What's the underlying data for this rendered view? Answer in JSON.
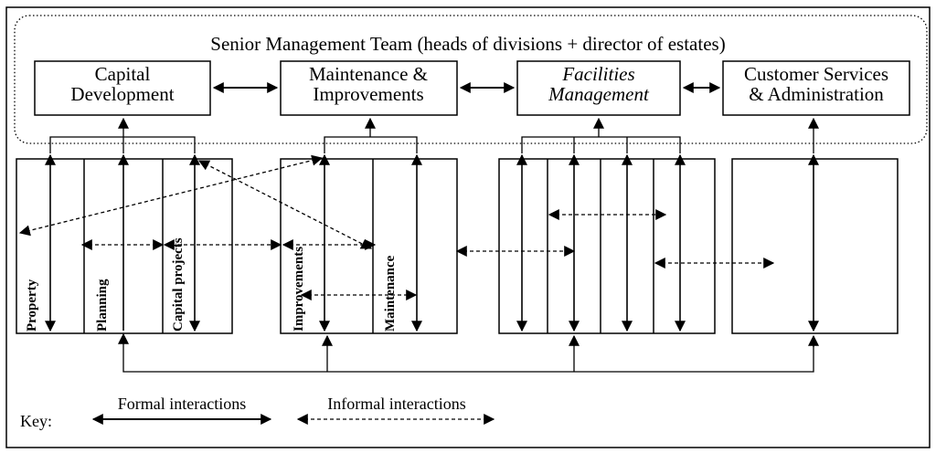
{
  "smt": {
    "title": "Senior Management Team (heads of divisions + director of estates)"
  },
  "divisions": [
    {
      "line1": "Capital",
      "line2": "Development",
      "italic": false
    },
    {
      "line1": "Maintenance &",
      "line2": "Improvements",
      "italic": false
    },
    {
      "line1": "Facilities",
      "line2": "Management",
      "italic": true
    },
    {
      "line1": "Customer Services",
      "line2": "& Administration",
      "italic": false
    }
  ],
  "units": {
    "property": "Property",
    "planning": "Planning",
    "capital_projects": "Capital projects",
    "improvements": "Improvements",
    "maintenance": "Maintenance"
  },
  "key": {
    "label": "Key:",
    "formal": "Formal interactions",
    "informal": "Informal interactions"
  }
}
